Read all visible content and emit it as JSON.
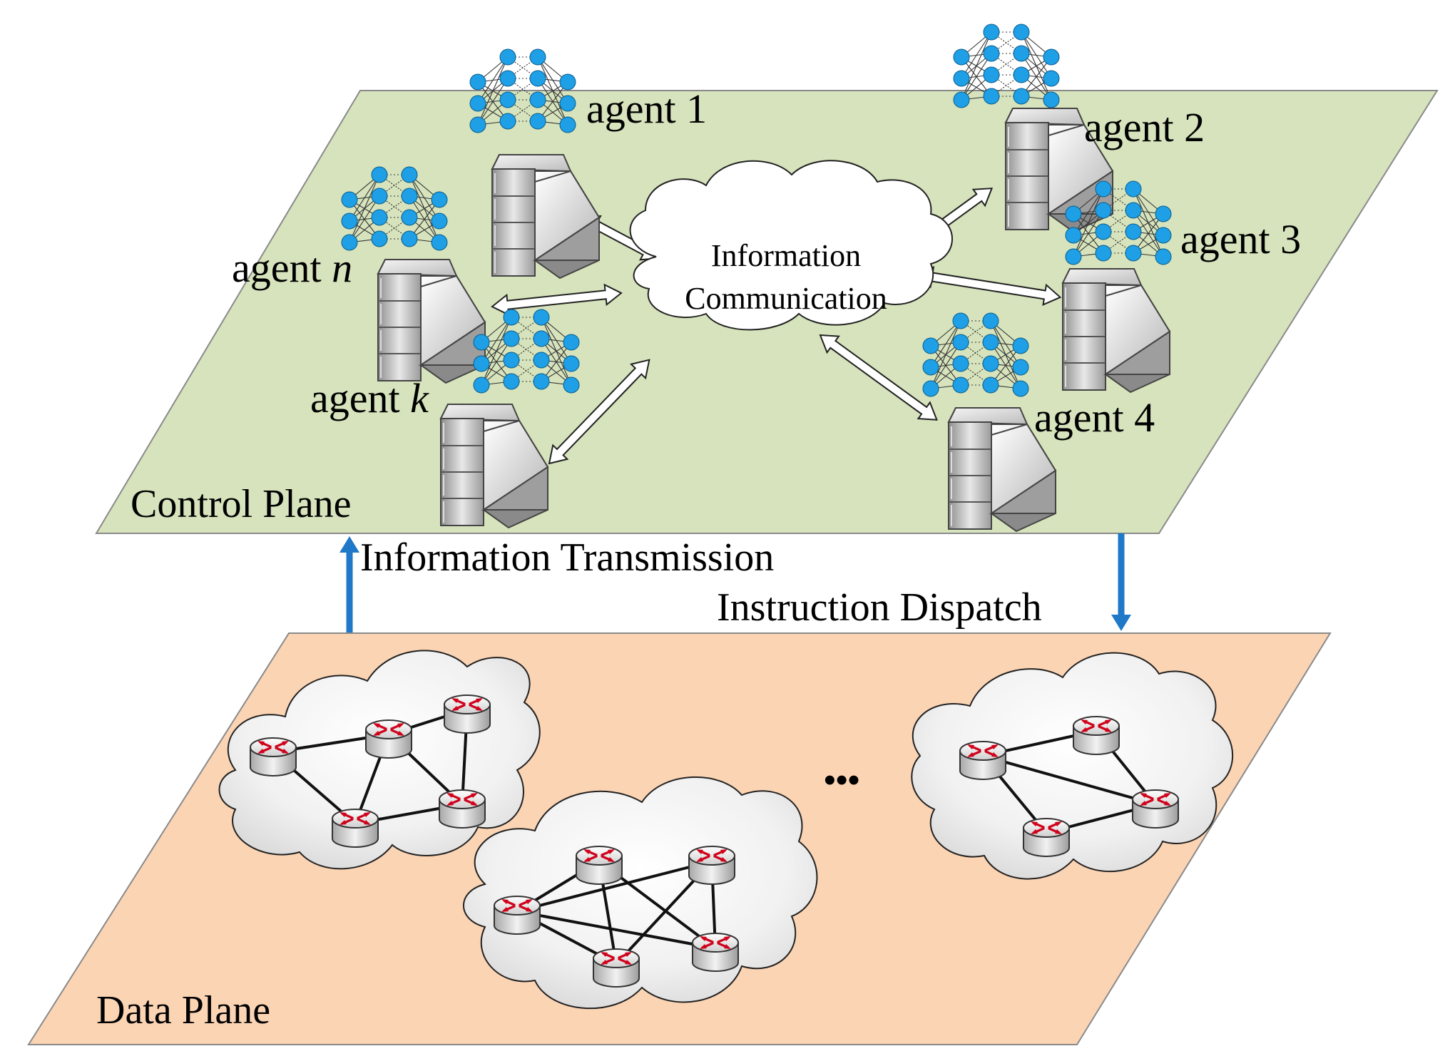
{
  "control_plane": {
    "label": "Control Plane",
    "fill": "#d6e3bc",
    "cloud_label_line1": "Information",
    "cloud_label_line2": "Communication",
    "agents": [
      {
        "prefix": "agent",
        "suffix": "1",
        "italic": false
      },
      {
        "prefix": "agent",
        "suffix": "2",
        "italic": false
      },
      {
        "prefix": "agent",
        "suffix": "3",
        "italic": false
      },
      {
        "prefix": "agent",
        "suffix": "4",
        "italic": false
      },
      {
        "prefix": "agent",
        "suffix": "k",
        "italic": true
      },
      {
        "prefix": "agent",
        "suffix": "n",
        "italic": true
      }
    ],
    "node_color": "#1e9fe6"
  },
  "transfer": {
    "up_label": "Information Transmission",
    "down_label": "Instruction Dispatch",
    "arrow_color": "#1f78c8"
  },
  "data_plane": {
    "label": "Data Plane",
    "fill": "#fbd4b4",
    "ellipsis": "•••",
    "router_arrow_color": "#d0021b"
  }
}
